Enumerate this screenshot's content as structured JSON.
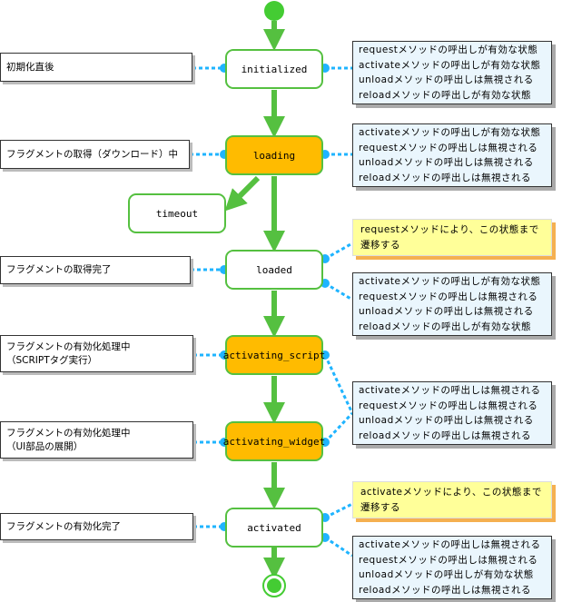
{
  "colors": {
    "state_border": "#55c040",
    "active_state": "#ffbb00",
    "arrow": "#55c040",
    "connector": "#1fb4ff",
    "info_bg": "#eaf6fd",
    "note_bg": "#ffff99"
  },
  "states": {
    "initialized": "initialized",
    "loading": "loading",
    "timeout": "timeout",
    "loaded": "loaded",
    "activating_script": "activating_script",
    "activating_widget": "activating_widget",
    "activated": "activated"
  },
  "labels": {
    "initialized": [
      "初期化直後"
    ],
    "loading": [
      "フラグメントの取得（ダウンロード）中"
    ],
    "loaded": [
      "フラグメントの取得完了"
    ],
    "activating_script": [
      "フラグメントの有効化処理中",
      "（SCRIPTタグ実行）"
    ],
    "activating_widget": [
      "フラグメントの有効化処理中",
      "（UI部品の展開）"
    ],
    "activated": [
      "フラグメントの有効化完了"
    ]
  },
  "infos": {
    "initialized": [
      "requestメソッドの呼出しが有効な状態",
      "activateメソッドの呼出しが有効な状態",
      "unloadメソッドの呼出しは無視される",
      "reloadメソッドの呼出しが有効な状態"
    ],
    "loading": [
      "activateメソッドの呼出しが有効な状態",
      "requestメソッドの呼出しは無視される",
      "unloadメソッドの呼出しは無視される",
      "reloadメソッドの呼出しは無視される"
    ],
    "loaded": [
      "activateメソッドの呼出しが有効な状態",
      "requestメソッドの呼出しは無視される",
      "unloadメソッドの呼出しは無視される",
      "reloadメソッドの呼出しが有効な状態"
    ],
    "activating": [
      "activateメソッドの呼出しは無視される",
      "requestメソッドの呼出しは無視される",
      "unloadメソッドの呼出しは無視される",
      "reloadメソッドの呼出しは無視される"
    ],
    "activated": [
      "activateメソッドの呼出しは無視される",
      "requestメソッドの呼出しは無視される",
      "unloadメソッドの呼出しが有効な状態",
      "reloadメソッドの呼出しは無視される"
    ]
  },
  "notes": {
    "loaded": [
      "requestメソッドにより、この状態まで",
      "遷移する"
    ],
    "activated": [
      "activateメソッドにより、この状態まで",
      "遷移する"
    ]
  }
}
